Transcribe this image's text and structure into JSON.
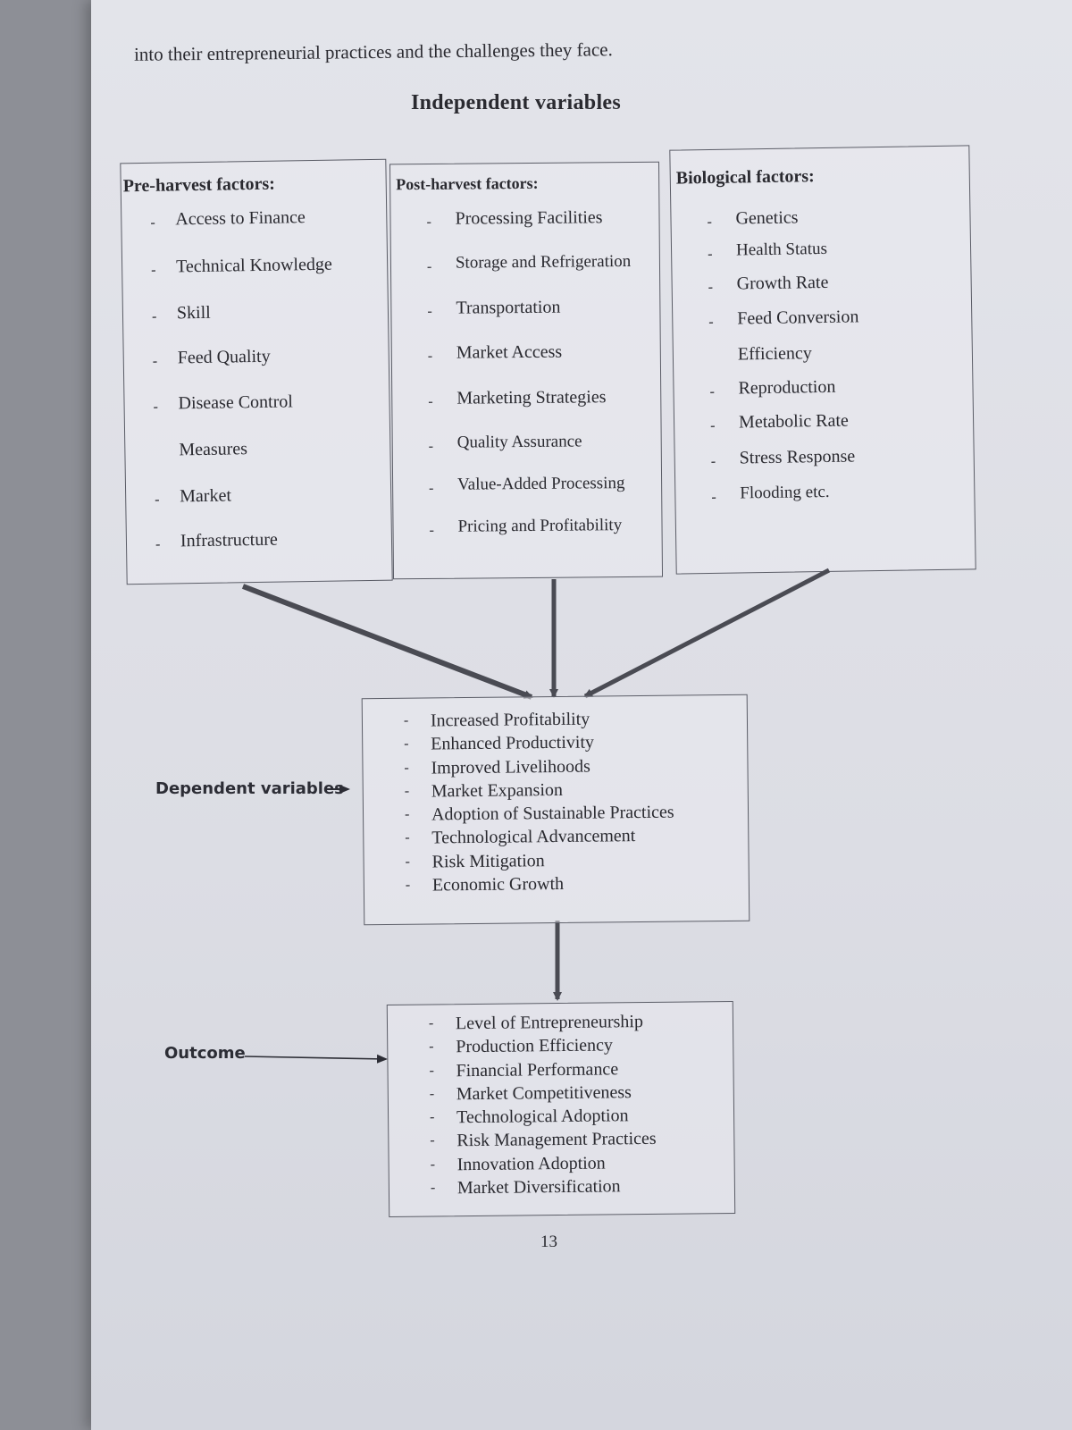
{
  "intro_text": "into their entrepreneurial practices and the challenges they face.",
  "heading": "Independent variables",
  "pre_harvest": {
    "title": "Pre-harvest factors:",
    "items": [
      "Access to Finance",
      "Technical Knowledge",
      "Skill",
      "Feed Quality",
      "Disease Control",
      "Measures",
      "Market",
      "Infrastructure"
    ]
  },
  "post_harvest": {
    "title": "Post-harvest factors:",
    "items": [
      "Processing Facilities",
      "Storage and Refrigeration",
      "Transportation",
      "Market Access",
      "Marketing Strategies",
      "Quality Assurance",
      "Value-Added Processing",
      "Pricing and Profitability"
    ]
  },
  "biological": {
    "title": "Biological factors:",
    "items": [
      "Genetics",
      "Health Status",
      "Growth Rate",
      "Feed Conversion",
      "Efficiency",
      "Reproduction",
      "Metabolic Rate",
      "Stress Response",
      "Flooding etc."
    ]
  },
  "dependent": {
    "label": "Dependent variables",
    "items": [
      "Increased Profitability",
      "Enhanced Productivity",
      "Improved Livelihoods",
      "Market Expansion",
      "Adoption of Sustainable Practices",
      "Technological Advancement",
      "Risk Mitigation",
      "Economic Growth"
    ]
  },
  "outcome": {
    "label": "Outcome",
    "items": [
      "Level of Entrepreneurship",
      "Production Efficiency",
      "Financial Performance",
      "Market Competitiveness",
      "Technological Adoption",
      "Risk Management Practices",
      "Innovation Adoption",
      "Market Diversification"
    ]
  },
  "page_number": "13",
  "dash_glyph": "-",
  "colors": {
    "ink": "#2a2a30",
    "arrow": "#4a4b53",
    "page": "#e3e4ea"
  }
}
